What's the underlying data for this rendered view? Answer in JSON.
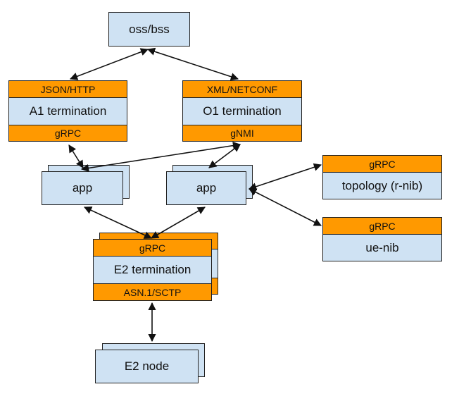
{
  "nodes": {
    "oss_bss": "oss/bss",
    "a1": {
      "top": "JSON/HTTP",
      "middle": "A1 termination",
      "bottom": "gRPC"
    },
    "o1": {
      "top": "XML/NETCONF",
      "middle": "O1 termination",
      "bottom": "gNMI"
    },
    "app_left": "app",
    "app_right": "app",
    "topology": {
      "top": "gRPC",
      "middle": "topology (r-nib)"
    },
    "ue_nib": {
      "top": "gRPC",
      "middle": "ue-nib"
    },
    "e2": {
      "top": "gRPC",
      "middle": "E2 termination",
      "bottom": "ASN.1/SCTP"
    },
    "e2_node": "E2 node"
  },
  "colors": {
    "box_fill": "#cfe2f3",
    "protocol_fill": "#ff9900",
    "stroke": "#222222"
  }
}
